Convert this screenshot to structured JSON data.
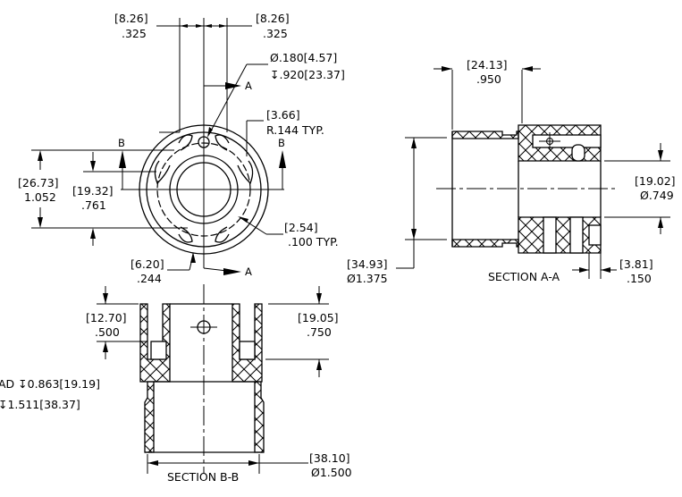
{
  "drawing": {
    "front_view": {
      "dim_top_left": {
        "mm": "[8.26]",
        "in": ".325"
      },
      "dim_top_right": {
        "mm": "[8.26]",
        "in": ".325"
      },
      "hole_callout": {
        "diameter": "Ø.180[4.57]",
        "depth": "↧.920[23.37]"
      },
      "radius_callout": {
        "mm": "[3.66]",
        "note": "R.144 TYP."
      },
      "height_outer": {
        "mm": "[26.73]",
        "in": "1.052"
      },
      "height_inner": {
        "mm": "[19.32]",
        "in": ".761"
      },
      "width_callout": {
        "mm": "[2.54]",
        "note": ".100  TYP."
      },
      "bottom_callout": {
        "mm": "[6.20]",
        "in": ".244"
      },
      "section_marker_a": "A",
      "section_marker_b": "B"
    },
    "section_a": {
      "title": "SECTION A-A",
      "dim_length": {
        "mm": "[24.13]",
        "in": ".950"
      },
      "dim_bore": {
        "mm": "[19.02]",
        "in": "Ø.749"
      },
      "dim_outer": {
        "mm": "[34.93]",
        "in": "Ø1.375"
      },
      "dim_slot": {
        "mm": "[3.81]",
        "in": ".150"
      }
    },
    "section_b": {
      "title": "SECTION B-B",
      "dim_left": {
        "mm": "[12.70]",
        "in": ".500"
      },
      "dim_right": {
        "mm": "[19.05]",
        "in": ".750"
      },
      "dim_outer": {
        "mm": "[38.10]",
        "in": "Ø1.500"
      },
      "thread_note_1": "AD ↧0.863[19.19]",
      "thread_note_2": "↧1.511[38.37]"
    }
  }
}
